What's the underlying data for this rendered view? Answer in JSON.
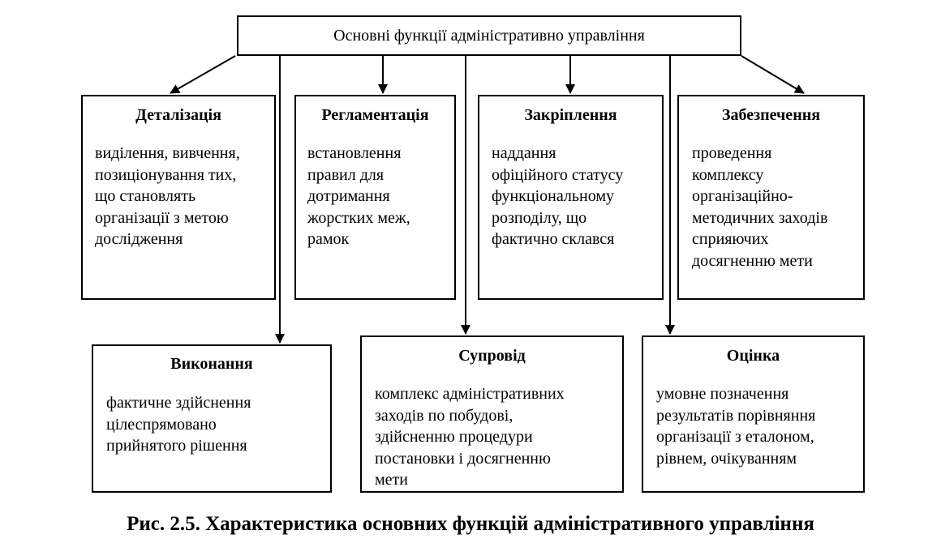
{
  "root": {
    "label": "Основні функції адміністративно управління"
  },
  "top_row": [
    {
      "title": "Деталізація",
      "text": "виділення, вивчення,\nпозиціонування тих,\nщо становлять\nорганізації з метою\nдослідження"
    },
    {
      "title": "Регламентація",
      "text": "встановлення\nправил для\nдотримання\nжорстких меж,\nрамок"
    },
    {
      "title": "Закріплення",
      "text": "наддання\nофіційного статусу\nфункціональному\nрозподілу, що\nфактично склався"
    },
    {
      "title": "Забезпечення",
      "text": "проведення\nкомплексу\nорганізаційно-\nметодичних заходів\nсприяючих\nдосягненню мети"
    }
  ],
  "bottom_row": [
    {
      "title": "Виконання",
      "text": "фактичне здійснення\nцілеспрямовано\nприйнятого рішення"
    },
    {
      "title": "Супровід",
      "text": "комплекс адміністративних\nзаходів по побудові,\nздійсненню процедури\nпостановки і досягненню\nмети"
    },
    {
      "title": "Оцінка",
      "text": "умовне позначення\nрезультатів порівняння\nорганізації з еталоном,\nрівнем, очікуванням"
    }
  ],
  "caption": "Рис. 2.5. Характеристика основних функцій адміністративного управління"
}
